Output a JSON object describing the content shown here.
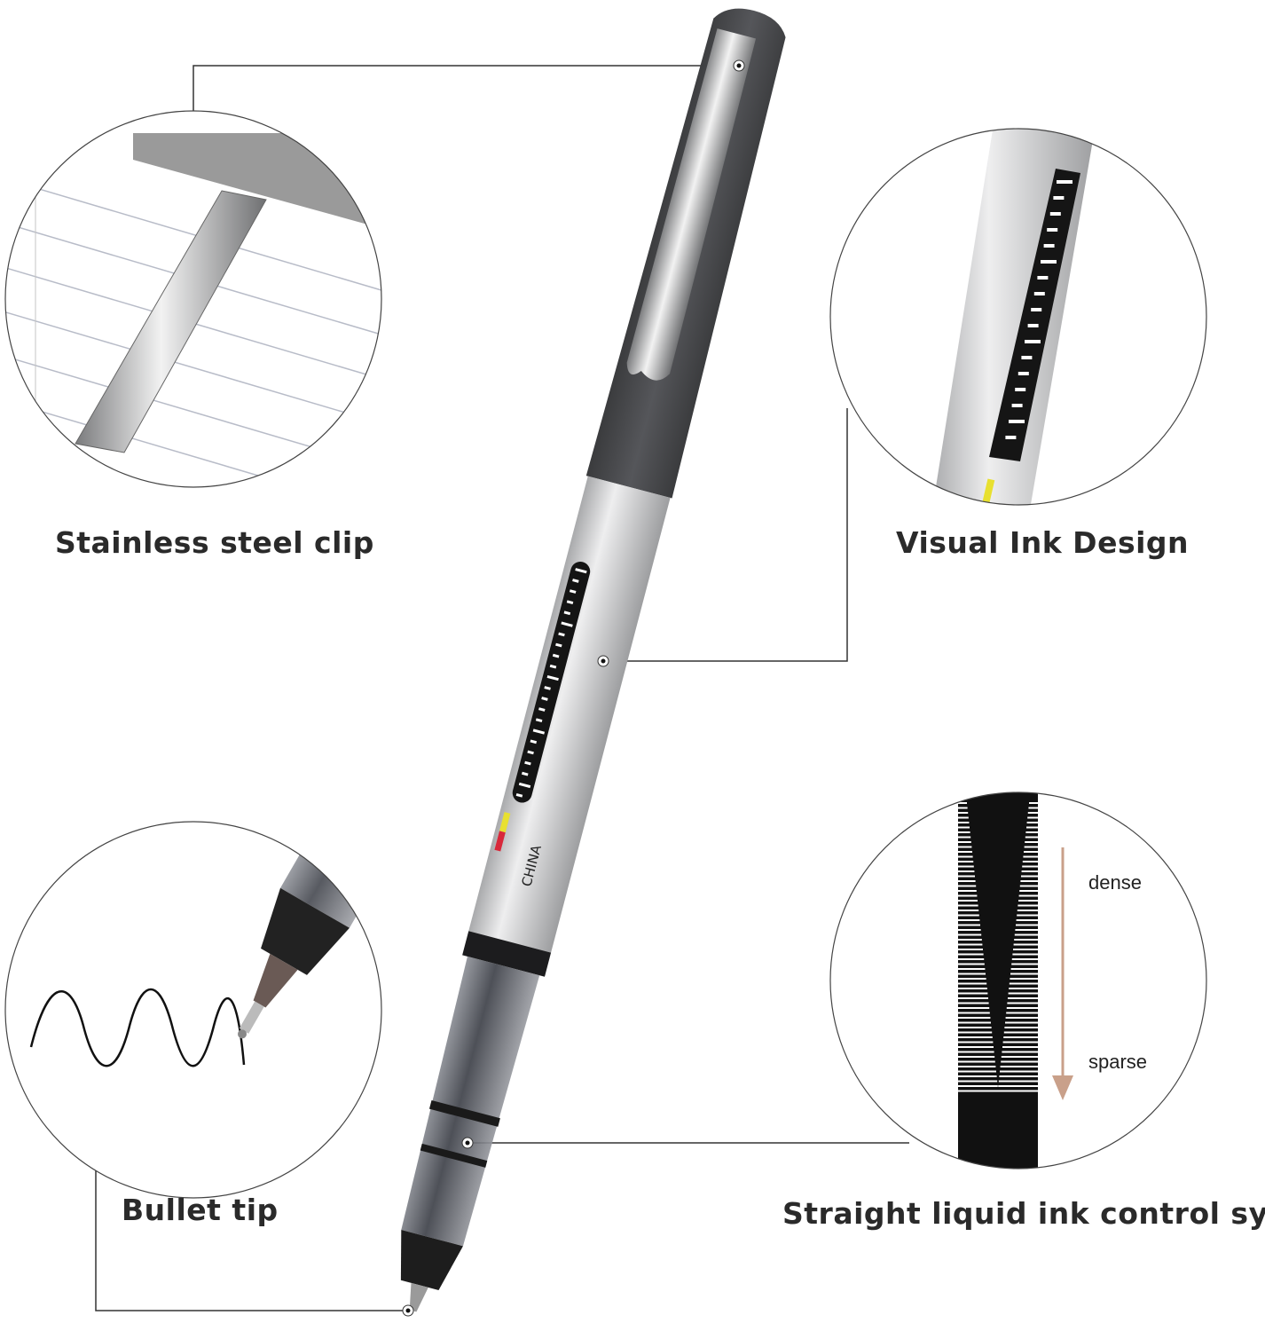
{
  "features": [
    {
      "label": "Stainless steel clip"
    },
    {
      "label": "Visual Ink Design"
    },
    {
      "label": "Bullet tip"
    },
    {
      "label": "Straight liquid ink control system"
    }
  ],
  "ink_flow": {
    "top_label": "dense",
    "bottom_label": "sparse",
    "arrow_color": "#c9a08a"
  },
  "pen": {
    "origin_mark": "CHINA",
    "cap_color": "#4a4b4d",
    "barrel_color": "#c8c9cb"
  }
}
